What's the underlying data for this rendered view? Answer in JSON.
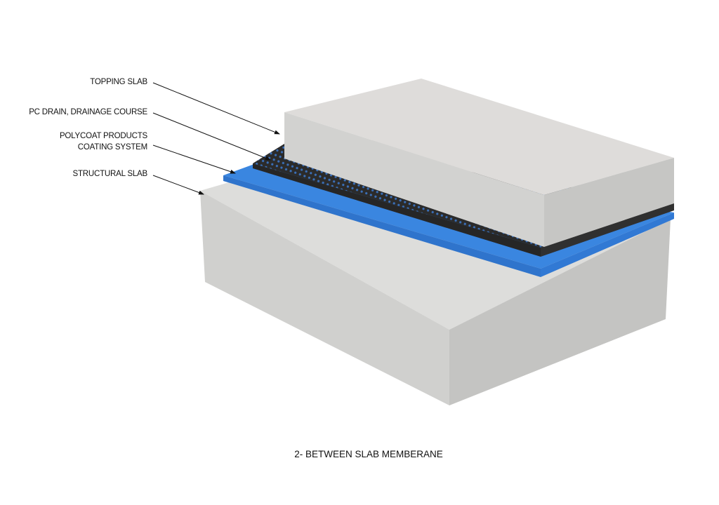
{
  "labels": {
    "topping_slab": "TOPPING SLAB",
    "drain": "PC DRAIN, DRAINAGE COURSE",
    "coating_line1": "POLYCOAT PRODUCTS",
    "coating_line2": "COATING SYSTEM",
    "structural_slab": "STRUCTURAL SLAB"
  },
  "caption": "2- BETWEEN SLAB MEMBERANE",
  "colors": {
    "membrane": "#3a86e0",
    "drain": "#2b2b2b",
    "concrete_top": "#dddddb",
    "concrete_left": "#d0d0ce",
    "concrete_right": "#c4c4c2"
  }
}
